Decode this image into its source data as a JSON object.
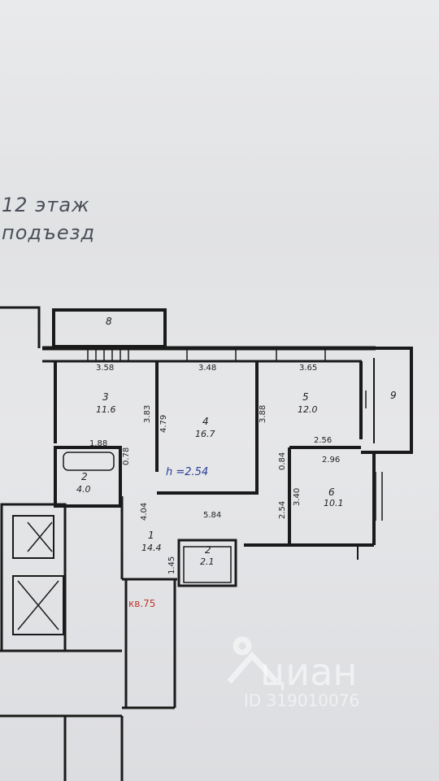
{
  "header": {
    "floor": "12 этаж",
    "entrance": "подъезд"
  },
  "plan": {
    "rooms": [
      {
        "number": "1",
        "area": "14.4"
      },
      {
        "number": "2",
        "area": "4.0"
      },
      {
        "number": "2",
        "area": "2.1"
      },
      {
        "number": "3",
        "area": "11.6"
      },
      {
        "number": "4",
        "area": "16.7"
      },
      {
        "number": "5",
        "area": "12.0"
      },
      {
        "number": "6",
        "area": "10.1"
      }
    ],
    "balconies": [
      "8",
      "9"
    ],
    "dimensions": [
      "3.58",
      "3.48",
      "3.65",
      "3.83",
      "4.79",
      "3.88",
      "1.88",
      "0.78",
      "2.56",
      "2.96",
      "0.84",
      "3.40",
      "2.54",
      "4.04",
      "5.84",
      "1.45"
    ],
    "ceiling_height": "h =2.54",
    "apartment": "кв.75"
  },
  "watermark": {
    "brand": "циан",
    "id": "ID 319010076"
  },
  "colors": {
    "wall": "#1a1a1a",
    "apartment_label": "#c0392b",
    "height_label": "#2c3e9a"
  }
}
